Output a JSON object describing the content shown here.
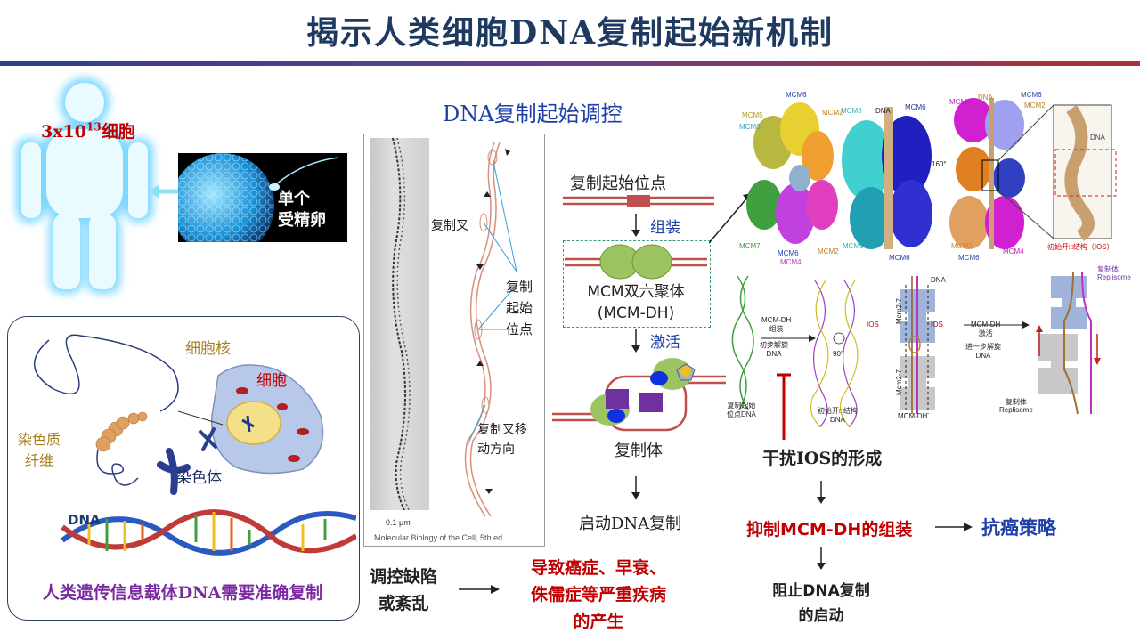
{
  "title": "揭示人类细胞DNA复制起始新机制",
  "left": {
    "cells_count": "3x10",
    "cells_sup": "13",
    "cells_unit": "细胞",
    "egg_label_1": "单个",
    "egg_label_2": "受精卵",
    "nucleus": "细胞核",
    "cell": "细胞",
    "chromatin_1": "染色质",
    "chromatin_2": "纤维",
    "chromosome": "染色体",
    "dna": "DNA",
    "caption": "人类遗传信息载体DNA需要准确复制"
  },
  "micrograph": {
    "heading": "DNA复制起始调控",
    "fork": "复制叉",
    "origin_1": "复制",
    "origin_2": "起始",
    "origin_3": "位点",
    "direction_1": "复制叉移",
    "direction_2": "动方向",
    "scale": "0.1 μm",
    "source": "Molecular Biology of the Cell, 5th ed."
  },
  "flow": {
    "origin": "复制起始位点",
    "assemble": "组装",
    "mcm_1": "MCM双六聚体",
    "mcm_2": "(MCM-DH)",
    "activate": "激活",
    "replisome": "复制体",
    "start": "启动DNA复制"
  },
  "bottom": {
    "defect_1": "调控缺陷",
    "defect_2": "或紊乱",
    "disease_1": "导致癌症、早衰、",
    "disease_2": "侏儒症等严重疾病",
    "disease_3": "的产生"
  },
  "structure": {
    "mcm6a": "MCM6",
    "mcm2a": "MCM2",
    "mcm3a": "MCM3",
    "mcm5a": "MCM5",
    "mcm7a": "MCM7",
    "mcm4a": "MCM4",
    "mcm6b": "MCM6",
    "mcm6c": "MCM6",
    "mcm3b": "MCM3",
    "dna_a": "DNA",
    "mcm5b": "MCM5",
    "mcm2b": "MCM2",
    "mcm6d": "MCM6",
    "mcm4b": "MCM4",
    "mcm4c": "MCM4",
    "dna_b": "DNA",
    "mcm6e": "MCM6",
    "mcm2c": "MCM2",
    "mcm6f": "MCM6",
    "mcm4d": "MCM4",
    "rot": "160°",
    "ios": "初始开□结构（IOS）",
    "dna_c": "DNA"
  },
  "mech": {
    "ori_1": "复制起始",
    "ori_2": "位点DNA",
    "assemble_1": "MCM-DH",
    "assemble_2": "组装",
    "unwind_1": "初步解旋",
    "unwind_2": "DNA",
    "ios": "IOS",
    "rot90": "90°",
    "ios_dna_1": "初始开□结构",
    "ios_dna_2": "DNA",
    "dna": "DNA",
    "ios2": "IOS",
    "mcm27a": "Mcm2-7",
    "mcm27b": "Mcm2-7",
    "mcmdh": "MCM-DH",
    "act_1": "MCM-DH",
    "act_2": "激活",
    "act_3": "进一步解旋",
    "act_4": "DNA",
    "rep_cn": "复制体",
    "rep_en": "Replisome",
    "rep_cn2": "复制体",
    "rep_en2": "Replisome"
  },
  "right_flow": {
    "interfere": "干扰IOS的形成",
    "inhibit": "抑制MCM-DH的组装",
    "strategy": "抗癌策略",
    "block_1": "阻止DNA复制",
    "block_2": "的启动"
  },
  "colors": {
    "title": "#1f3a60",
    "red": "#c00000",
    "blue": "#1f3fa8"
  }
}
